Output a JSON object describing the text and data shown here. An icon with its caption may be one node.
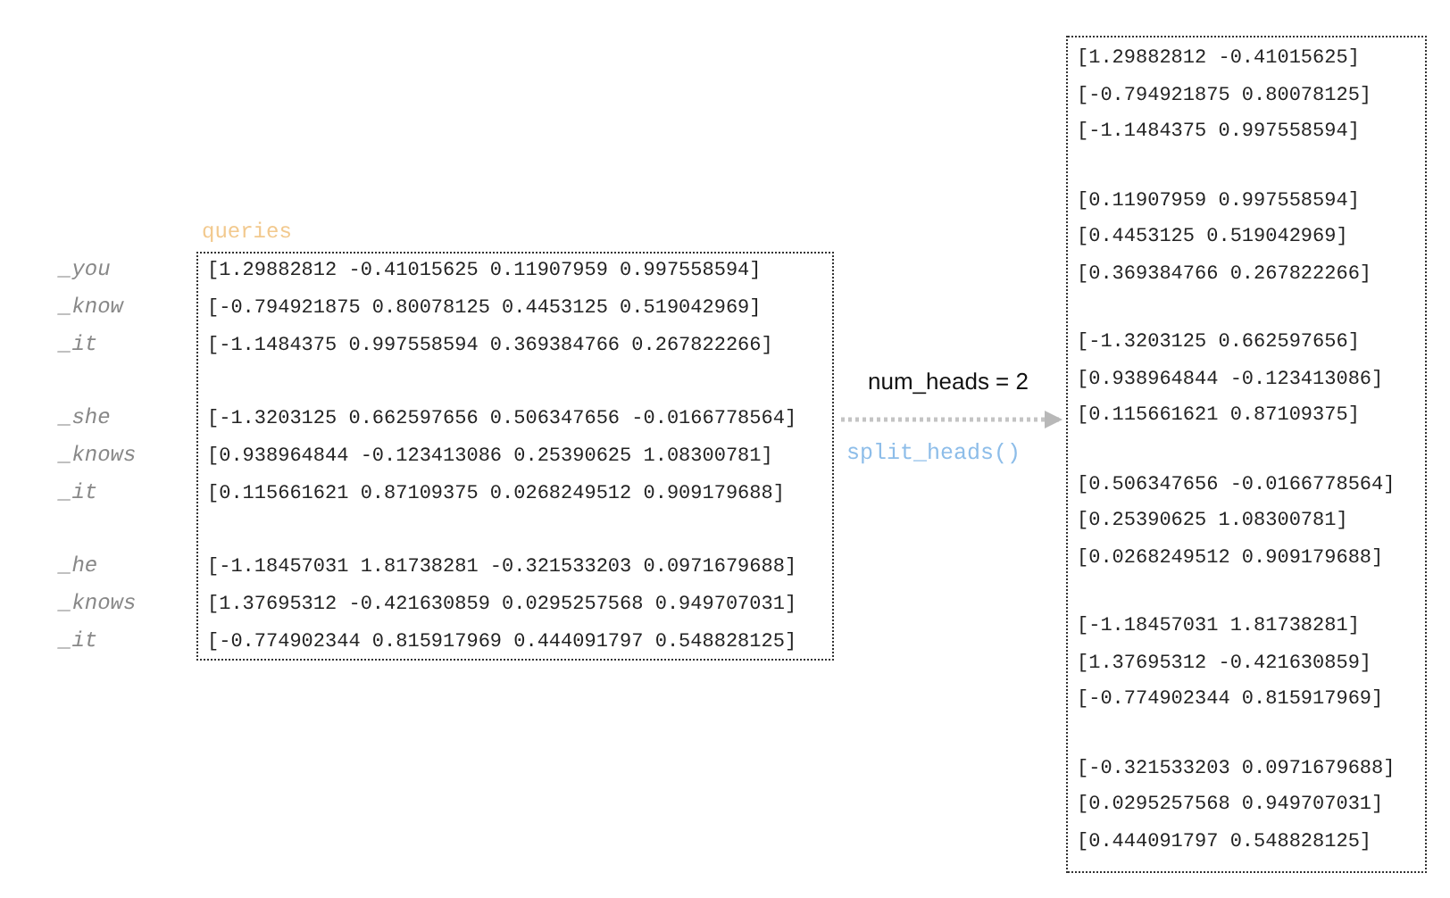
{
  "diagram": {
    "nodes": [
      {
        "text": [
          "queries",
          "[1.29882812 -0.41015625 0.11907959 0.997558594]",
          "[-0.794921875 0.80078125 0.4453125 0.519042969]",
          "[-1.1484375 0.997558594 0.369384766 0.267822266]",
          "[-1.3203125 0.662597656 0.506347656 -0.0166778564]",
          "[0.938964844 -0.123413086 0.25390625 1.08300781]",
          "[0.115661621 0.87109375 0.0268249512 0.909179688]",
          "[-1.18457031 1.81738281 -0.321533203 0.0971679688]",
          "[1.37695312 -0.421630859 0.0295257568 0.949707031]",
          "[-0.774902344 0.815917969 0.444091797 0.548828125]"
        ]
      },
      {
        "text": [
          "[1.29882812 -0.41015625]",
          "[-0.794921875 0.80078125]",
          "[-1.1484375 0.997558594]",
          "[0.11907959 0.997558594]",
          "[0.4453125 0.519042969]",
          "[0.369384766 0.267822266]",
          "[-1.3203125 0.662597656]",
          "[0.938964844 -0.123413086]",
          "[0.115661621 0.87109375]",
          "[0.506347656 -0.0166778564]",
          "[0.25390625 1.08300781]",
          "[0.0268249512 0.909179688]",
          "[-1.18457031 1.81738281]",
          "[1.37695312 -0.421630859]",
          "[-0.774902344 0.815917969]",
          "[-0.321533203 0.0971679688]",
          "[0.0295257568 0.949707031]",
          "[0.444091797 0.548828125]"
        ]
      }
    ],
    "edges": [
      {
        "from": 0,
        "to": 1,
        "arrow": "to",
        "style": "dashed",
        "label": "split_heads()"
      }
    ],
    "labels": [
      "_you",
      "_know",
      "_it",
      "_she",
      "_knows",
      "_it",
      "_he",
      "_knows",
      "_it",
      "num_heads = 2"
    ]
  }
}
